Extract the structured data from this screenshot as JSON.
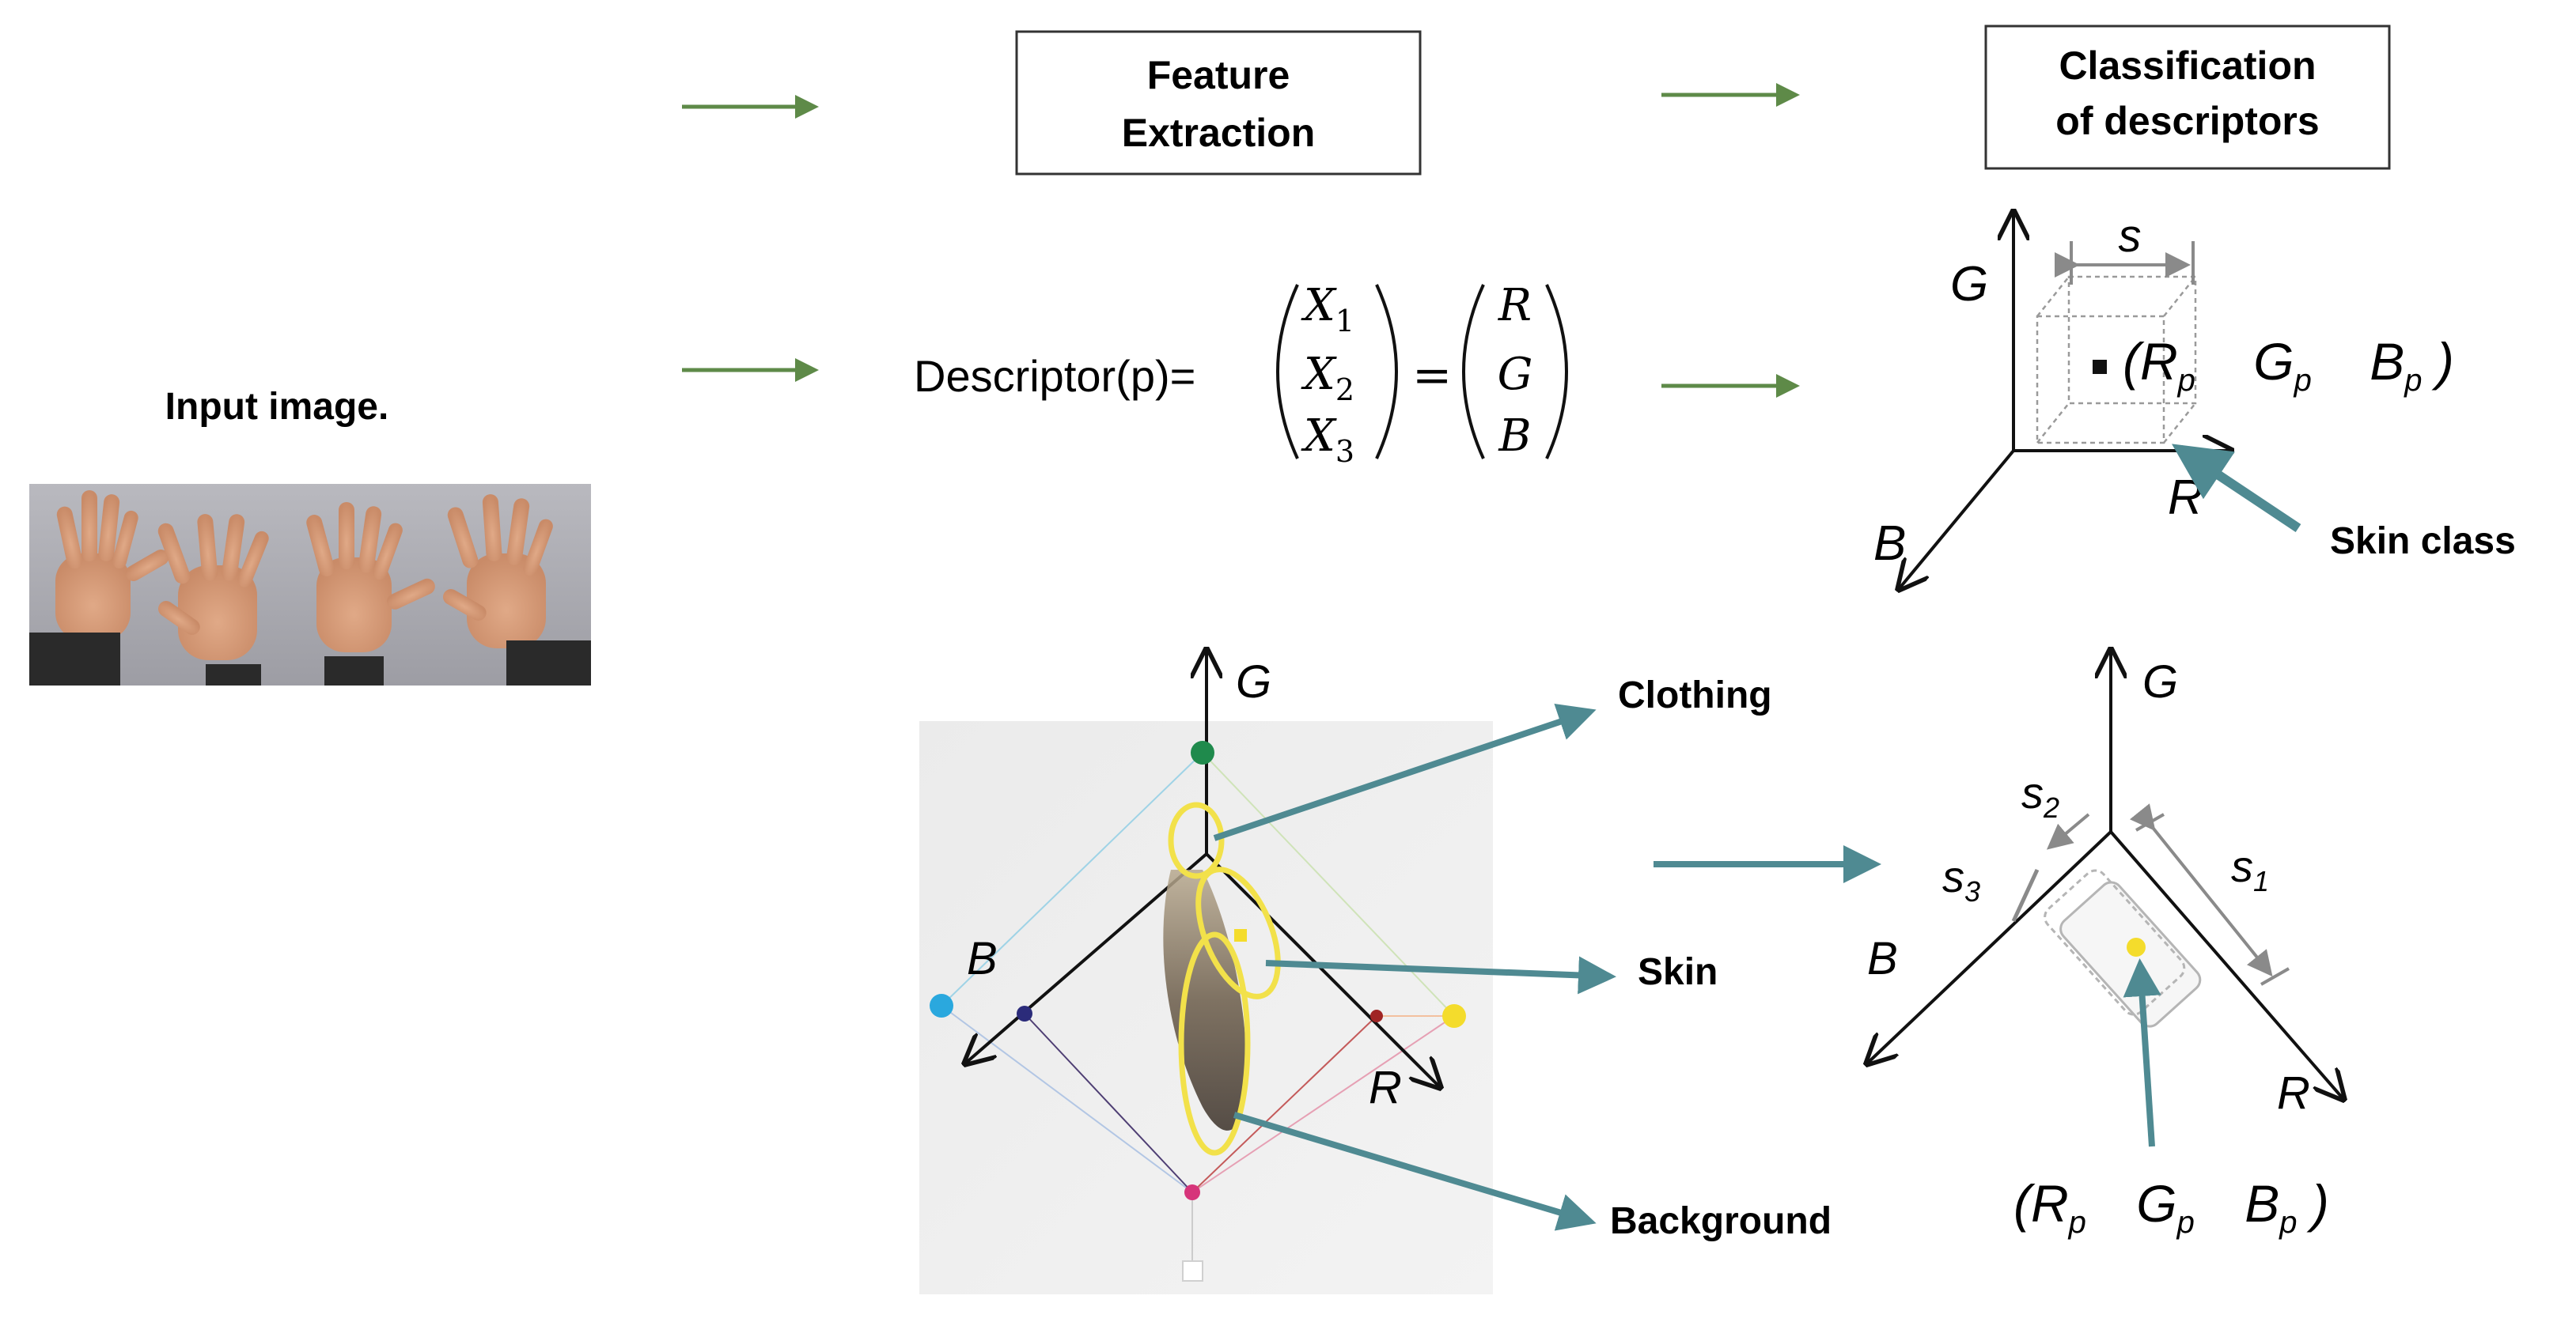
{
  "input_label": "Input image.",
  "box_feature": {
    "line1": "Feature",
    "line2": "Extraction"
  },
  "box_classification": {
    "line1": "Classification",
    "line2": "of descriptors"
  },
  "descriptor": {
    "lhs": "Descriptor(p)=",
    "x1": "X",
    "x1_sub": "1",
    "x2": "X",
    "x2_sub": "2",
    "x3": "X",
    "x3_sub": "3",
    "eq": "=",
    "r": "R",
    "g": "G",
    "b": "B"
  },
  "cube_diagram": {
    "axis_g": "G",
    "axis_r": "R",
    "axis_b": "B",
    "size_label": "s",
    "point_r": "R",
    "point_g": "G",
    "point_b": "B",
    "point_sub": "p",
    "open_paren": "(",
    "close_paren": ")",
    "skin_class_label": "Skin class"
  },
  "color_space_diagram": {
    "axis_g": "G",
    "axis_r": "R",
    "axis_b": "B",
    "label_clothing": "Clothing",
    "label_skin": "Skin",
    "label_background": "Background"
  },
  "box_diagram": {
    "axis_g": "G",
    "axis_r": "R",
    "axis_b": "B",
    "s1": "s",
    "s1_sub": "1",
    "s2": "s",
    "s2_sub": "2",
    "s3": "s",
    "s3_sub": "3",
    "point_r": "R",
    "point_g": "G",
    "point_b": "B",
    "point_sub": "p",
    "open_paren": "(",
    "close_paren": ")"
  },
  "colors": {
    "flow_arrow": "#5e8a48",
    "teal_arrow": "#4f8a92",
    "ellipse": "#f2e14a",
    "axis": "#111111",
    "dimension": "#8a8a8a"
  }
}
